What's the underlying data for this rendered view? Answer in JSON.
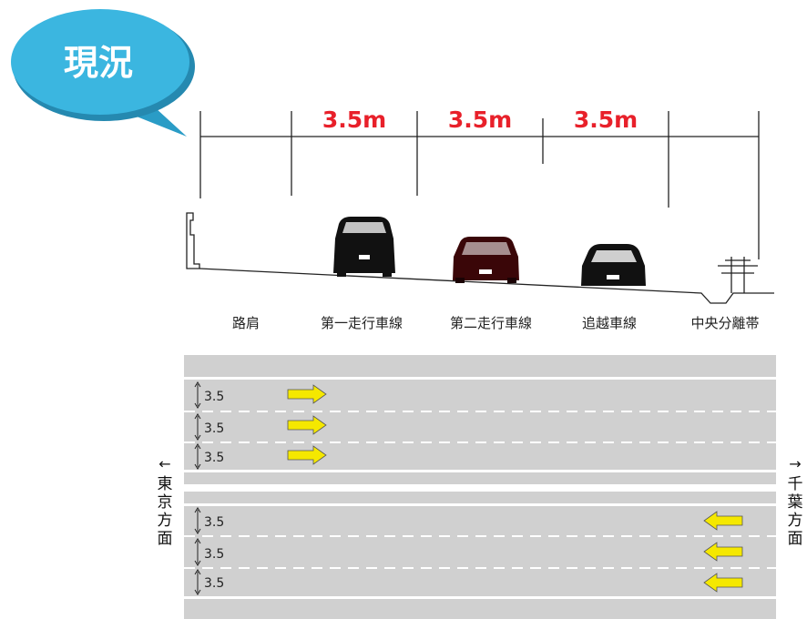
{
  "badge": {
    "text": "現況",
    "color": "#3bb6e0"
  },
  "widths": [
    "3.5m",
    "3.5m",
    "3.5m"
  ],
  "width_color": "#e8202a",
  "cross_section_labels": [
    "路肩",
    "第一走行車線",
    "第二走行車線",
    "追越車線",
    "中央分離帯"
  ],
  "lanes_upper": [
    "3.5",
    "3.5",
    "3.5"
  ],
  "lanes_lower": [
    "3.5",
    "3.5",
    "3.5"
  ],
  "direction_left": {
    "arrow": "←",
    "text": "東京方面"
  },
  "direction_right": {
    "arrow": "→",
    "text": "千葉方面"
  },
  "colors": {
    "road": "#d0d0d0",
    "arrow": "#f5e800",
    "car_dark_red": "#3a0608"
  }
}
